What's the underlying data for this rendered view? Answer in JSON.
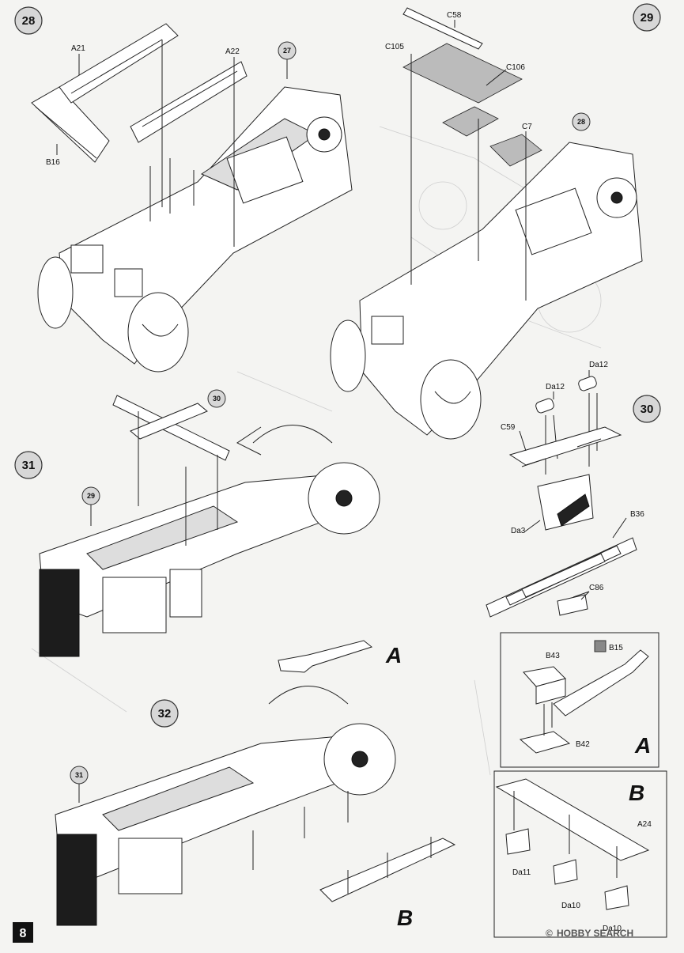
{
  "page_number": "8",
  "steps": [
    {
      "num": "28",
      "ref": "27",
      "labels": [
        "A21",
        "A22",
        "B16"
      ]
    },
    {
      "num": "29",
      "ref": "28",
      "labels": [
        "C58",
        "C105",
        "C106",
        "C7"
      ]
    },
    {
      "num": "30",
      "labels": [
        "Da12",
        "Da12",
        "C59",
        "B36",
        "Da3",
        "C86"
      ]
    },
    {
      "num": "31",
      "refs": [
        "30",
        "29"
      ]
    },
    {
      "num": "32",
      "ref": "31",
      "callouts": [
        "A",
        "B"
      ]
    }
  ],
  "detail_a": {
    "letter": "A",
    "labels": [
      "B43",
      "B15",
      "B42"
    ]
  },
  "detail_b": {
    "letter": "B",
    "labels": [
      "A24",
      "Da11",
      "Da10",
      "Da10"
    ]
  },
  "watermark": {
    "text": "HOBBY SEARCH",
    "prefix": "©"
  }
}
